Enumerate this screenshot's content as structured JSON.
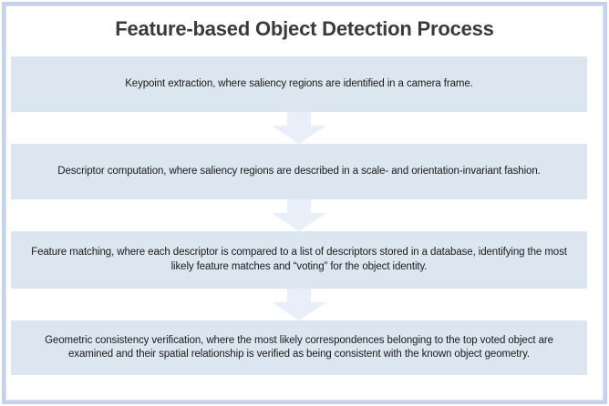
{
  "title": "Feature-based Object Detection Process",
  "steps": [
    {
      "label": "Keypoint extraction, where saliency regions are identified in a camera frame."
    },
    {
      "label": "Descriptor computation, where saliency regions are described in a scale- and orientation-invariant fashion."
    },
    {
      "label": "Feature matching, where each descriptor is compared to a list of descriptors stored in a database, identifying the most likely feature matches and “voting” for the object identity."
    },
    {
      "label": "Geometric consistency verification, where the most likely correspondences belonging to the top voted object are examined and their spatial relationship is verified as being consistent with the known object geometry."
    }
  ],
  "icons": {
    "between_steps": "down-arrow-icon"
  },
  "colors": {
    "box_fill": "#dce6f1",
    "arrow_fill": "#e9eff8",
    "frame_border": "#c4d3ea",
    "title_text": "#3a3a3a",
    "body_text": "#1a1a1a"
  }
}
